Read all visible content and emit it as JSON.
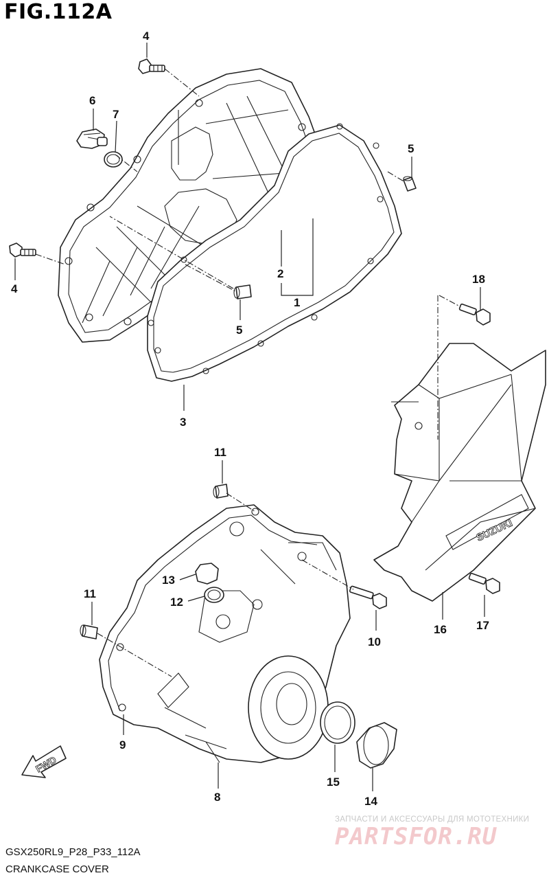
{
  "header": {
    "title": "FIG.112A"
  },
  "footer": {
    "code": "GSX250RL9_P28_P33_112A",
    "caption": "CRANKCASE COVER"
  },
  "watermark": {
    "tagline": "ЗАПЧАСТИ И АКСЕССУАРЫ ДЛЯ МОТОТЕХНИКИ",
    "brand": "PARTSFOR.RU"
  },
  "badges": {
    "fwd": "FWD",
    "logo": "SUZUKI"
  },
  "callouts": [
    "4",
    "6",
    "7",
    "5",
    "4",
    "2",
    "1",
    "5",
    "3",
    "18",
    "11",
    "13",
    "12",
    "11",
    "10",
    "16",
    "17",
    "9",
    "15",
    "8",
    "14"
  ]
}
